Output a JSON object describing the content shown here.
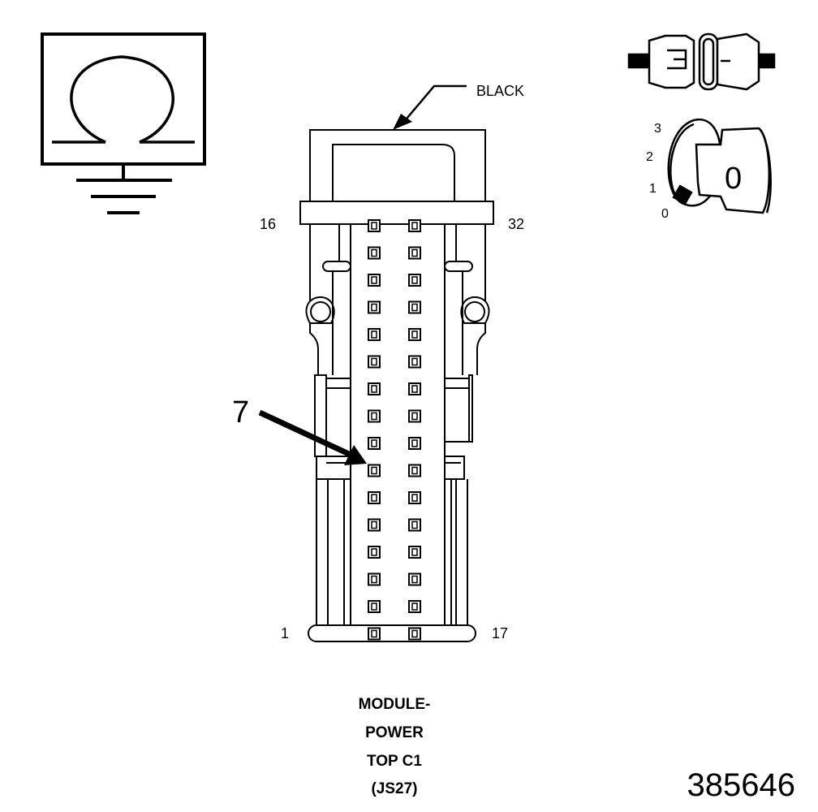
{
  "connector": {
    "color_label": "BLACK",
    "pin_labels": {
      "top_left": "16",
      "top_right": "32",
      "bottom_left": "1",
      "bottom_right": "17"
    },
    "callout_pin": "7",
    "pin_columns": 2,
    "pins_per_column": 16,
    "caption_lines": [
      "MODULE-",
      "POWER",
      "TOP C1",
      "(JS27)"
    ]
  },
  "ignition_key": {
    "positions": [
      "3",
      "2",
      "1",
      "0"
    ],
    "key_glyph": "0"
  },
  "meter": {
    "symbol": "ohm-symbol"
  },
  "figure_number": "385646",
  "colors": {
    "line": "#000000",
    "background": "#ffffff"
  }
}
